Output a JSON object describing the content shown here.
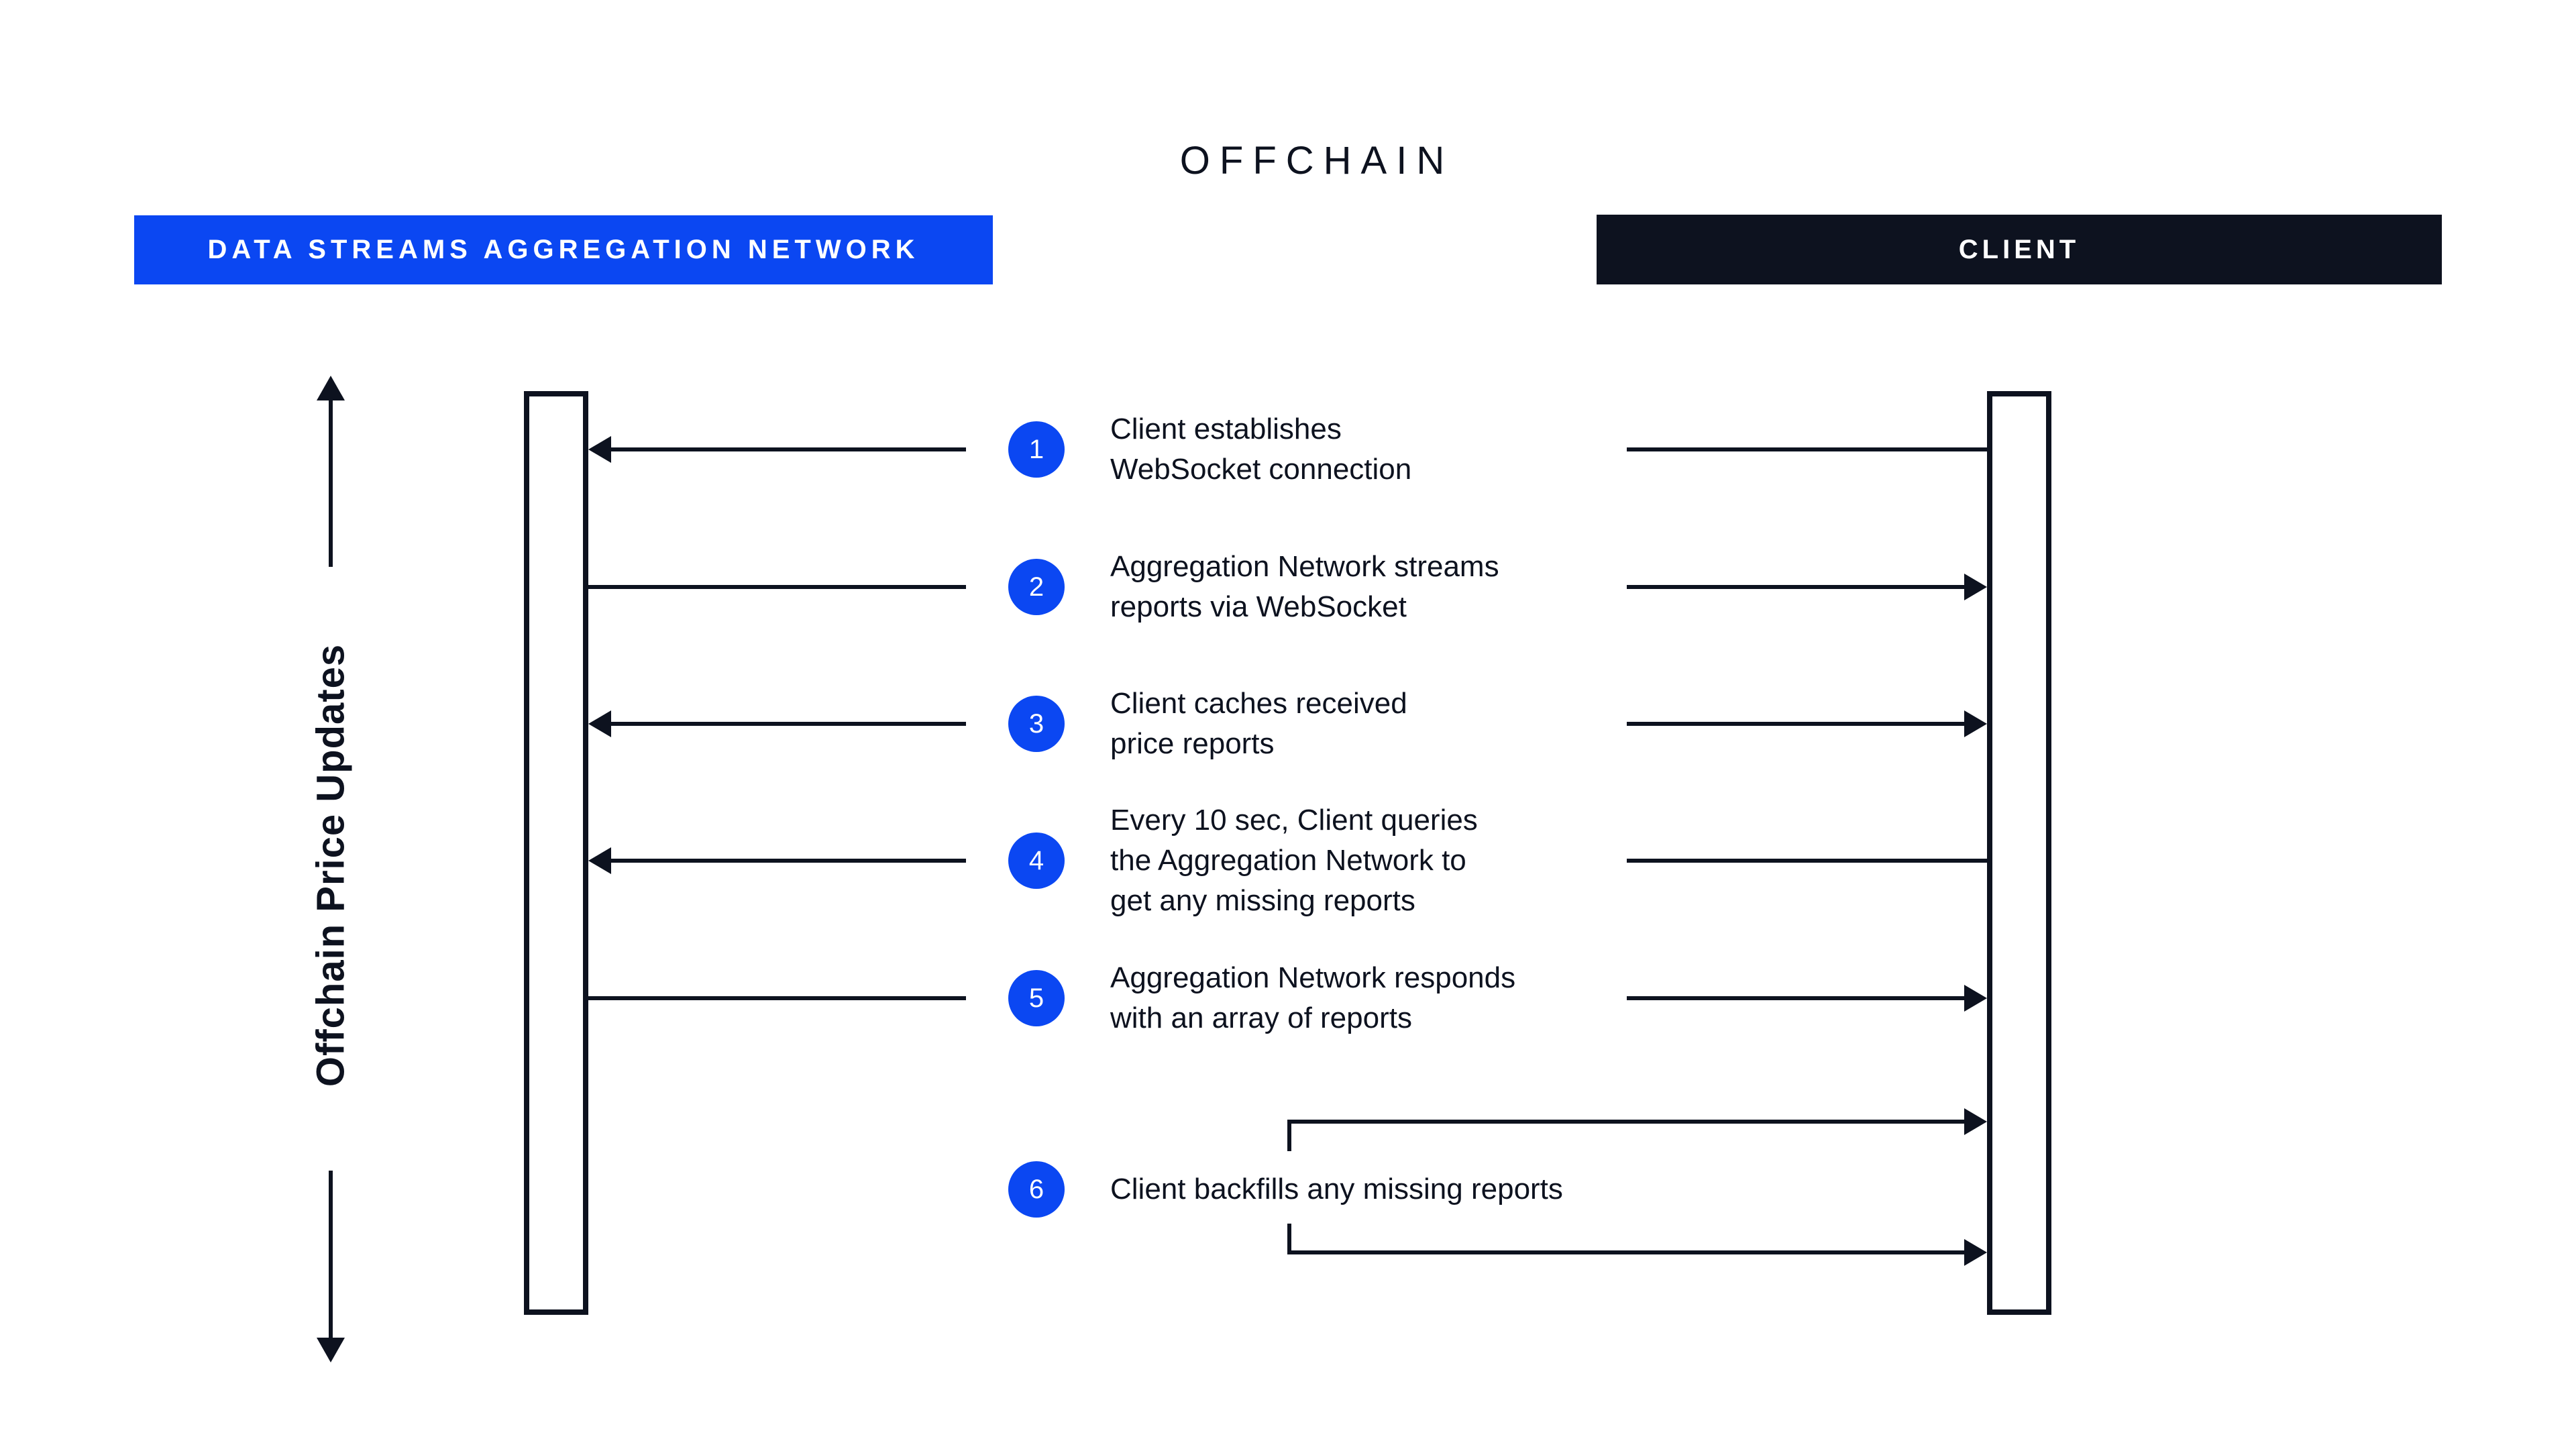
{
  "title": "OFFCHAIN",
  "lanes": {
    "network": {
      "label": "DATA STREAMS AGGREGATION NETWORK"
    },
    "client": {
      "label": "CLIENT"
    }
  },
  "axis": {
    "label": "Offchain Price Updates"
  },
  "colors": {
    "accent_blue": "#0B47F2",
    "ink_dark": "#0D121F",
    "background": "#FFFFFF"
  },
  "steps": [
    {
      "number": "1",
      "lines": [
        "Client establishes",
        "WebSocket connection"
      ],
      "arrows": {
        "left_end": "arrowhead-into-network",
        "right_end": "plain-from-client"
      }
    },
    {
      "number": "2",
      "lines": [
        "Aggregation Network streams",
        "reports via WebSocket"
      ],
      "arrows": {
        "left_end": "plain-from-network",
        "right_end": "arrowhead-into-client"
      }
    },
    {
      "number": "3",
      "lines": [
        "Client caches received",
        "price reports"
      ],
      "arrows": {
        "left_end": "arrowhead-into-network",
        "right_end": "arrowhead-into-client"
      }
    },
    {
      "number": "4",
      "lines": [
        "Every 10 sec, Client queries",
        "the Aggregation Network to",
        "get any missing reports"
      ],
      "arrows": {
        "left_end": "arrowhead-into-network",
        "right_end": "plain-from-client"
      }
    },
    {
      "number": "5",
      "lines": [
        "Aggregation Network responds",
        "with an array of reports"
      ],
      "arrows": {
        "left_end": "plain-from-network",
        "right_end": "arrowhead-into-client"
      }
    },
    {
      "number": "6",
      "lines": [
        "Client backfills any missing reports"
      ],
      "arrows": {
        "loop": "bracket-into-client-both-lines"
      }
    }
  ]
}
